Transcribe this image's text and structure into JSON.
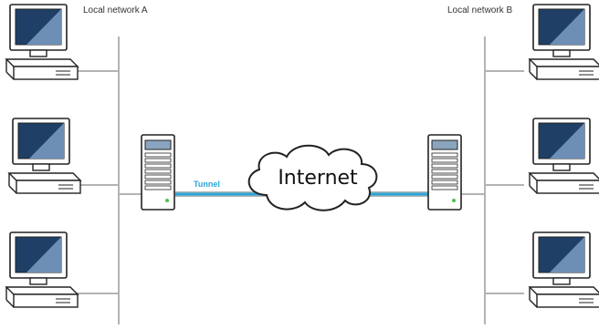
{
  "networks": {
    "a": {
      "label": "Local network A"
    },
    "b": {
      "label": "Local network B"
    }
  },
  "tunnel": {
    "label": "Tunnel"
  },
  "cloud": {
    "label": "Internet"
  },
  "colors": {
    "line": "#b3b3b3",
    "tunnel": "#2aa6d8",
    "screen_dark": "#1f3f66",
    "screen_light": "#6d8fb6",
    "device_body": "#ffffff",
    "outline": "#222222",
    "server_panel": "#8aa4bf",
    "power_led": "#4cc24c"
  }
}
